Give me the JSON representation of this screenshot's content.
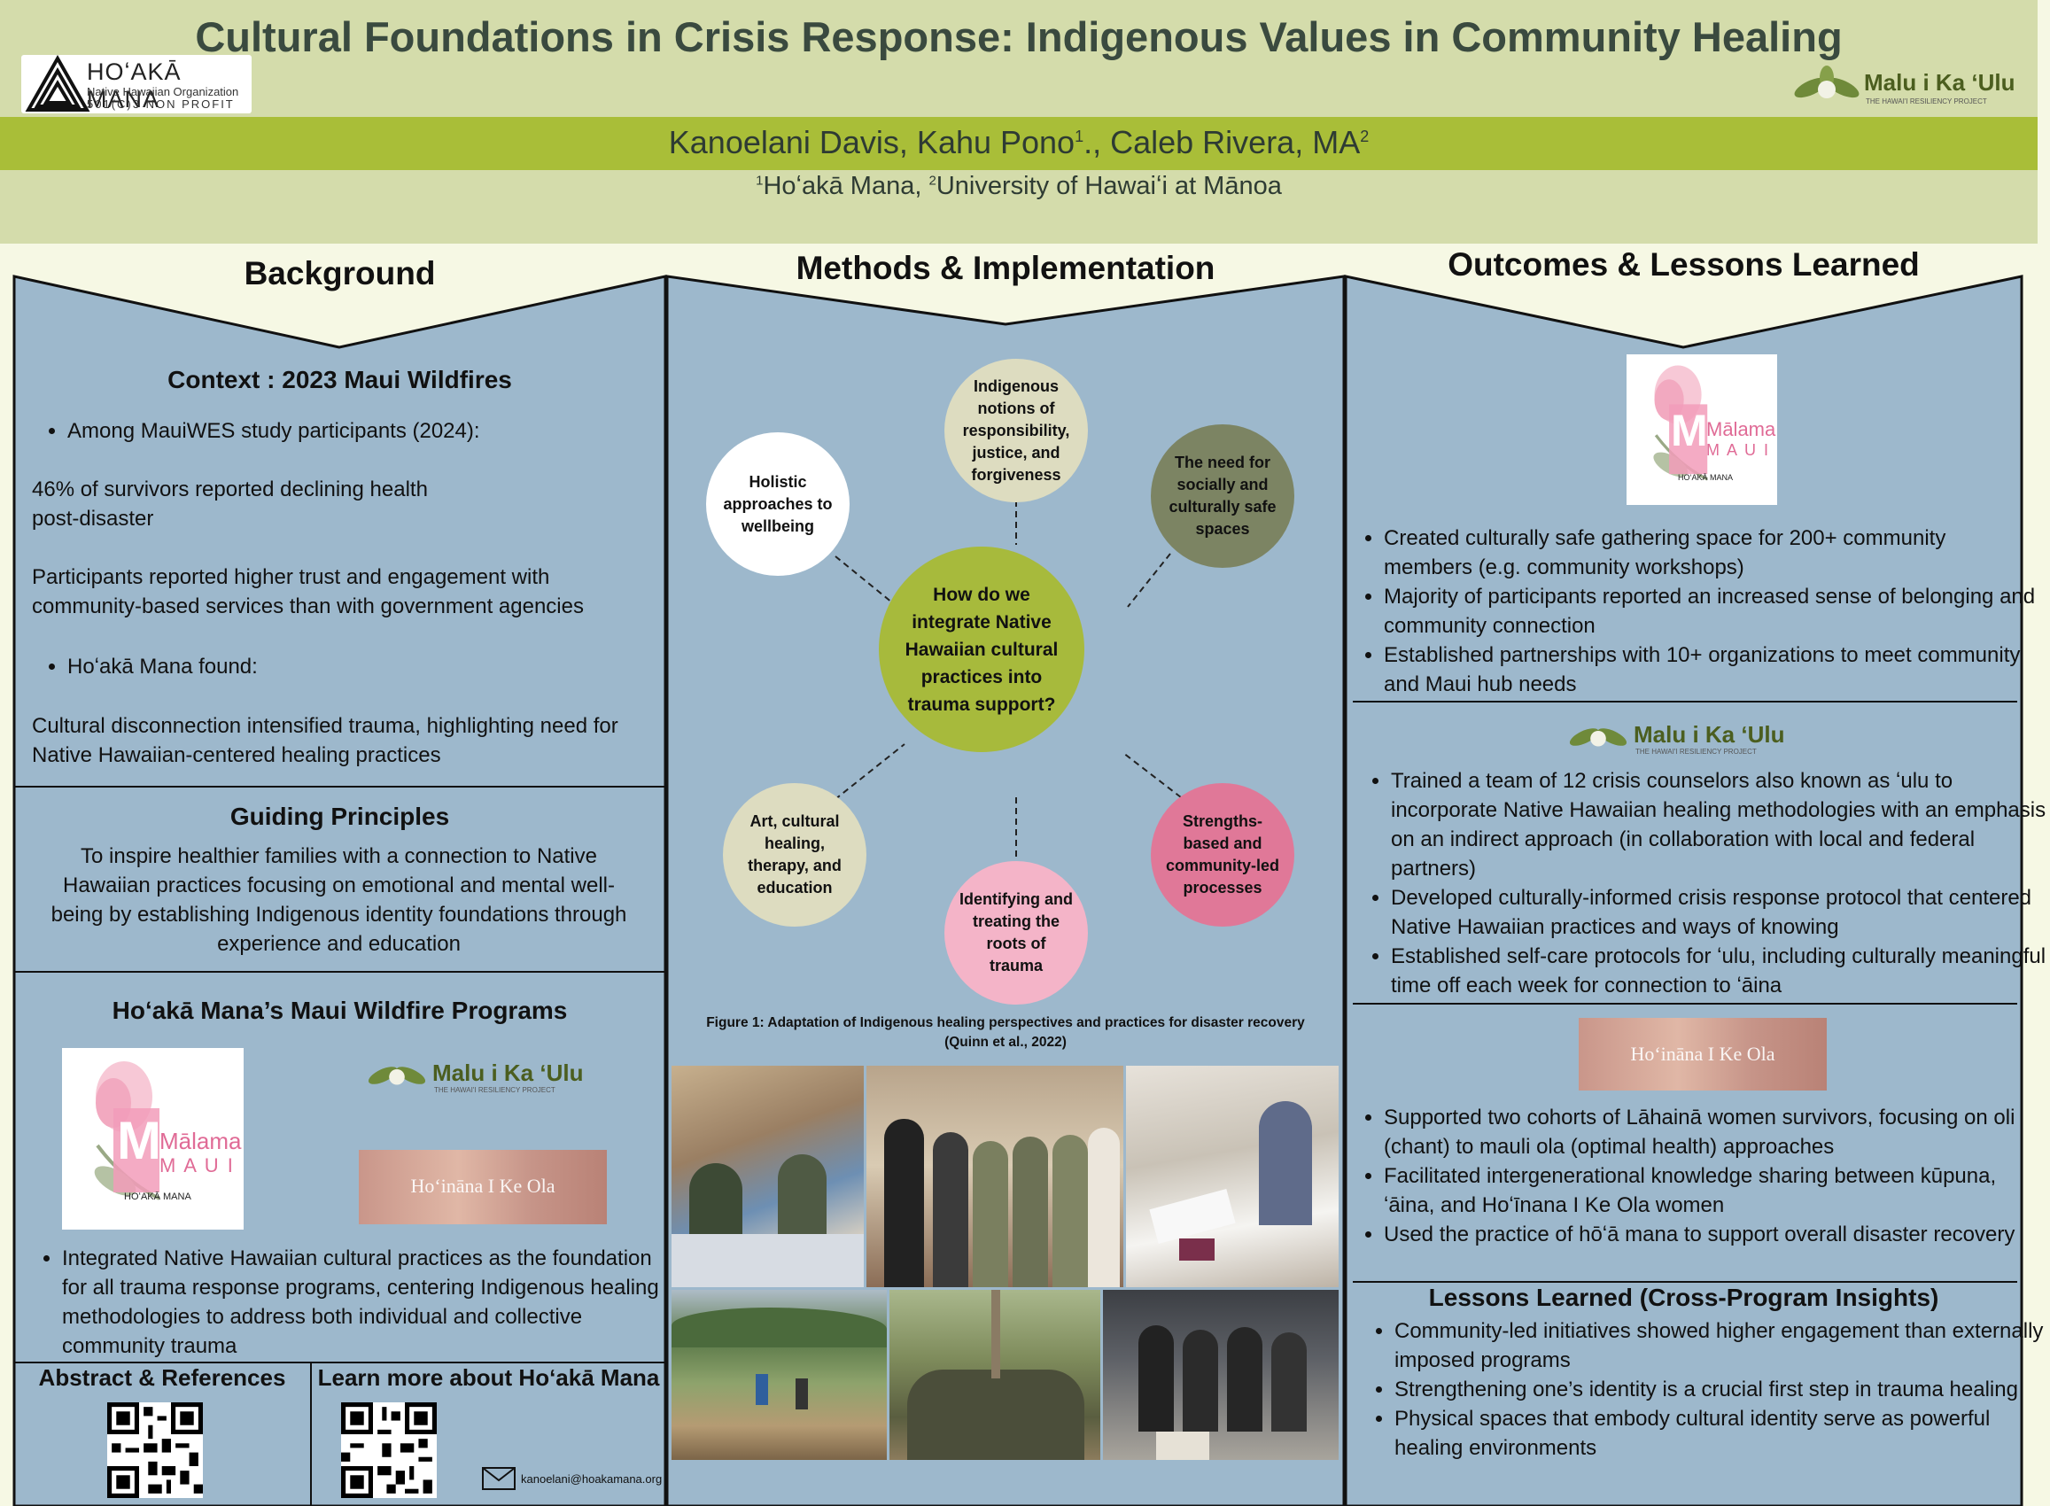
{
  "header": {
    "title": "Cultural Foundations in Crisis Response: Indigenous Values in Community Healing",
    "authors": {
      "part1": "Kanoelani Davis, Kahu Pono",
      "sup1": "1",
      "part2": "., Caleb Rivera, MA",
      "sup2": "2"
    },
    "affiliations": {
      "sup1": "1",
      "aff1": "Hoʻakā Mana, ",
      "sup2": "2",
      "aff2": "University of Hawaiʻi at Mānoa"
    },
    "logo_left": {
      "name": "HOʻAKĀ MANA",
      "sub1": "Native Hawaiian Organization",
      "sub2": "501(C)3 NON PROFIT"
    },
    "logo_right": {
      "name": "Malu i Ka ʻUlu",
      "sub": "THE HAWAI'I RESILIENCY PROJECT"
    }
  },
  "background": {
    "title": "Background",
    "context_title": "Context : 2023 Maui Wildfires",
    "bullet1": "Among MauiWES study participants (2024):",
    "stat1": "46% of survivors reported declining health post-disaster",
    "stat2": "Participants reported higher trust and engagement with community-based services than with government agencies",
    "bullet2": "Hoʻakā Mana found:",
    "finding": "Cultural disconnection intensified trauma, highlighting need for Native Hawaiian-centered healing practices",
    "guiding_title": "Guiding Principles",
    "guiding_text": "To inspire healthier families with a connection to Native Hawaiian practices focusing on emotional and mental well-being by establishing Indigenous identity foundations through experience and education",
    "programs_title": "Hoʻakā Mana’s Maui Wildfire Programs",
    "programs_bullet": "Integrated Native Hawaiian cultural practices as the foundation for all trauma response programs, centering Indigenous healing methodologies to address both individual and collective community trauma",
    "malama_logo": {
      "line1": "Mālama",
      "line2": "M A U I",
      "org": "HOʻAKĀ MANA"
    },
    "hoinana_logo": "Hoʻināna I Ke Ola",
    "abstract_label": "Abstract & References",
    "learn_label": "Learn more about Hoʻakā Mana",
    "email": "kanoelani@hoakamana.org"
  },
  "methods": {
    "title": "Methods & Implementation",
    "center": "How do we integrate Native Hawaiian cultural practices into trauma support?",
    "nodes": {
      "top": "Indigenous notions of responsibility, justice, and forgiveness",
      "topleft": "Holistic approaches to wellbeing",
      "topright": "The need for socially and culturally safe spaces",
      "bottomleft": "Art, cultural healing, therapy, and education",
      "bottom": "Identifying and treating the roots of trauma",
      "bottomright": "Strengths-based and community-led processes"
    },
    "caption_line1": "Figure 1: Adaptation of Indigenous healing perspectives and practices for disaster recovery",
    "caption_line2": "(Quinn et al., 2022)"
  },
  "outcomes": {
    "title": "Outcomes & Lessons Learned",
    "malama_bullets": [
      "Created culturally safe gathering space for 200+ community members (e.g. community workshops)",
      "Majority of participants reported an increased sense of belonging and community connection",
      "Established partnerships with 10+ organizations to meet community and Maui hub needs"
    ],
    "malu_bullets": [
      "Trained a team of 12 crisis counselors also known as ʻulu to incorporate Native Hawaiian healing methodologies with an emphasis on an indirect approach (in collaboration with local and federal partners)",
      "Developed culturally-informed crisis response protocol that centered Native Hawaiian practices and ways of knowing",
      "Established self-care protocols for ʻulu, including culturally meaningful time off each week for connection to ʻāina"
    ],
    "hoinana_bullets": [
      "Supported two cohorts of Lāhainā women survivors, focusing on oli (chant) to mauli ola (optimal health) approaches",
      "Facilitated intergenerational knowledge sharing between kūpuna, ʻāina, and Hoʻīnana I Ke Ola women",
      "Used the practice of hōʻā mana to support overall disaster recovery"
    ],
    "lessons_title": "Lessons Learned (Cross-Program Insights)",
    "lessons_bullets": [
      "Community-led initiatives showed higher engagement than externally imposed programs",
      "Strengthening one’s identity is a crucial first step in trauma healing",
      "Physical spaces that embody cultural identity serve as powerful healing environments"
    ]
  },
  "colors": {
    "header_bg": "#d4dcab",
    "author_band": "#a9be38",
    "panel_blue": "#9db8cc",
    "title_green": "#3a4a3f",
    "center_circle": "#a7ba3c",
    "node_beige": "#dddcc0",
    "node_olive": "#7c8463",
    "node_pink": "#f4b4c8",
    "node_rose": "#e07898"
  }
}
